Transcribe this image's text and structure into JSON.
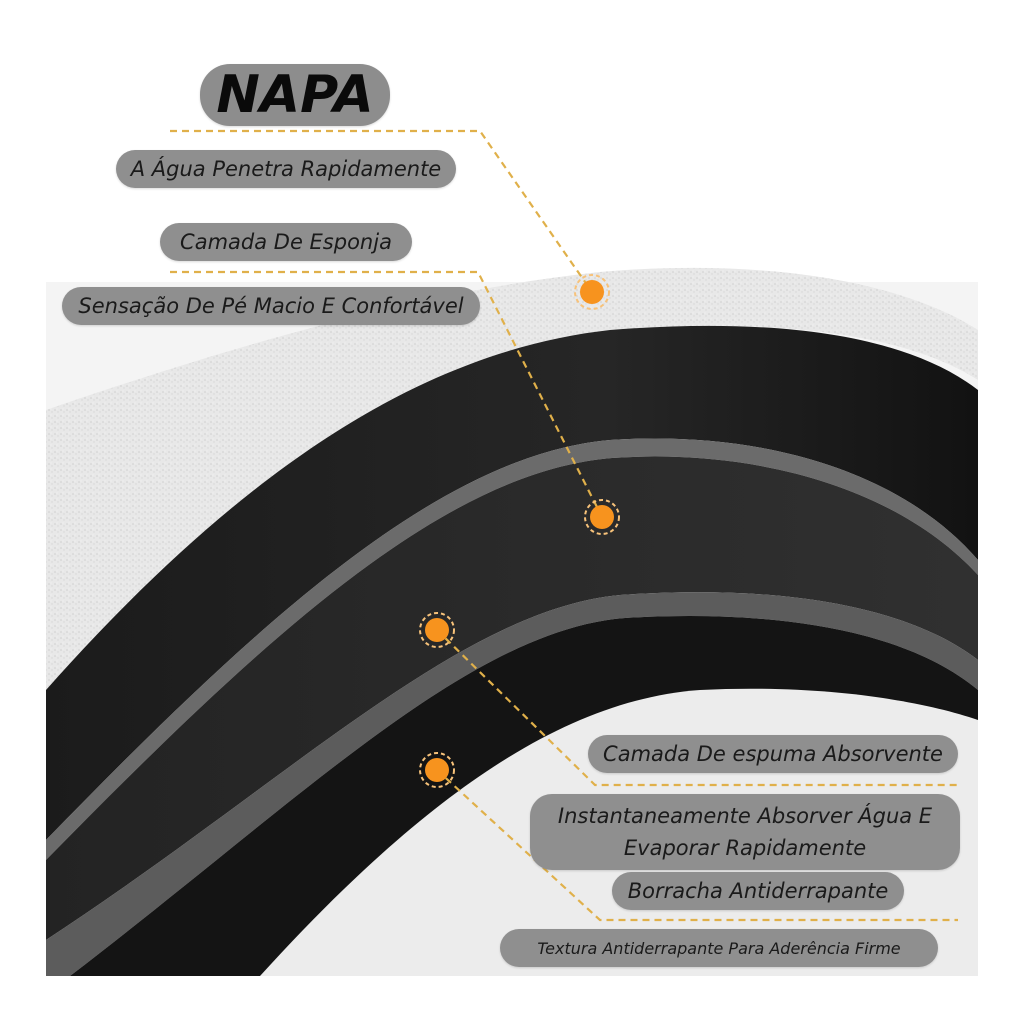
{
  "title": "NAPA",
  "labels": {
    "l1": "A Água Penetra Rapidamente",
    "l2": "Camada De Esponja",
    "l3": "Sensação De Pé Macio E Confortável",
    "l4": "Camada De espuma Absorvente",
    "l5_line1": "Instantaneamente Absorver Água E",
    "l5_line2": "Evaporar Rapidamente",
    "l6": "Borracha Antiderrapante",
    "l7": "Textura Antiderrapante Para Aderência Firme"
  },
  "colors": {
    "accent": "#f7931e",
    "pill": "#8f8f8f",
    "leader": "#e0b04a"
  }
}
